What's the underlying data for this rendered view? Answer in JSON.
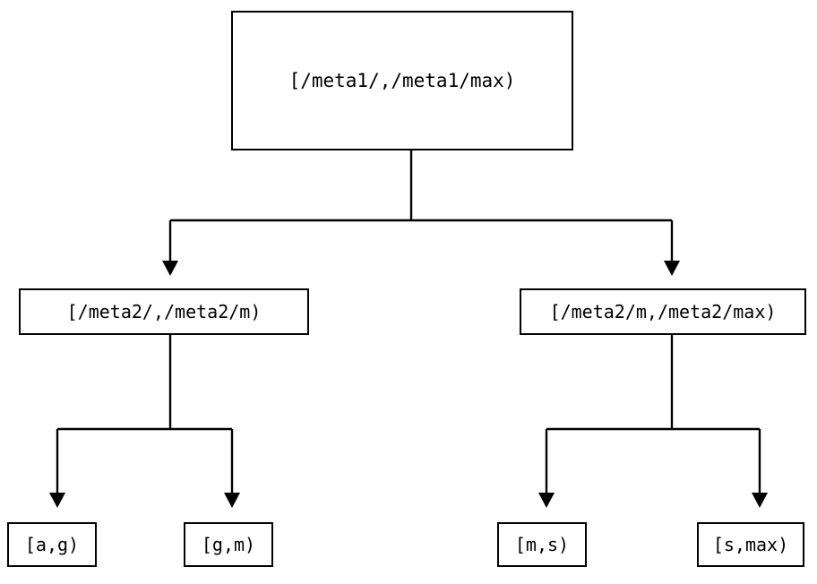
{
  "diagram": {
    "type": "range-partition-tree",
    "title": "",
    "background_color": "#ffffff",
    "line_color": "#000000",
    "node_fill_color": "#ffffff",
    "node_border_color": "#000000",
    "root": {
      "label": "[/meta1/,/meta1/max)"
    },
    "level2": [
      {
        "label": "[/meta2/,/meta2/m)"
      },
      {
        "label": "[/meta2/m,/meta2/max)"
      }
    ],
    "leaves": [
      {
        "label": "[a,g)"
      },
      {
        "label": "[g,m)"
      },
      {
        "label": "[m,s)"
      },
      {
        "label": "[s,max)"
      }
    ],
    "edges": [
      {
        "from": "root",
        "to": "level2-left",
        "arrow": "down-triangle"
      },
      {
        "from": "root",
        "to": "level2-right",
        "arrow": "down-triangle"
      },
      {
        "from": "level2-left",
        "to": "leaf-a-g",
        "arrow": "down-triangle"
      },
      {
        "from": "level2-left",
        "to": "leaf-g-m",
        "arrow": "down-triangle"
      },
      {
        "from": "level2-right",
        "to": "leaf-m-s",
        "arrow": "down-triangle"
      },
      {
        "from": "level2-right",
        "to": "leaf-s-max",
        "arrow": "down-triangle"
      }
    ]
  }
}
